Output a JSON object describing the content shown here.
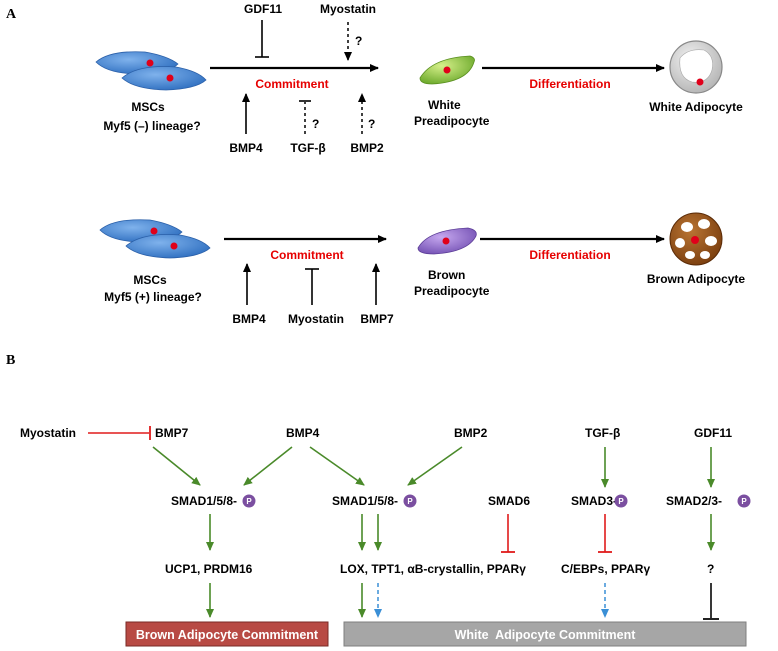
{
  "panel_a": {
    "label": "A",
    "white_path": {
      "source_title": "MSCs",
      "source_subtitle": "Myf5 (–) lineage?",
      "commitment": "Commitment",
      "differentiation": "Differentiation",
      "preadipocyte_line1": "White",
      "preadipocyte_line2": "Preadipocyte",
      "adipocyte": "White Adipocyte",
      "inhibitor_top": "GDF11",
      "modulator_top": "Myostatin",
      "inducer_bottom_1": "BMP4",
      "inhibitor_bottom": "TGF-β",
      "inducer_bottom_2": "BMP2",
      "question": "?"
    },
    "brown_path": {
      "source_title": "MSCs",
      "source_subtitle": "Myf5 (+) lineage?",
      "commitment": "Commitment",
      "differentiation": "Differentiation",
      "preadipocyte_line1": "Brown",
      "preadipocyte_line2": "Preadipocyte",
      "adipocyte": "Brown Adipocyte",
      "inducer_bottom_1": "BMP4",
      "inhibitor_bottom": "Myostatin",
      "inducer_bottom_2": "BMP7"
    }
  },
  "panel_b": {
    "label": "B",
    "ligands": {
      "myostatin": "Myostatin",
      "bmp7": "BMP7",
      "bmp4": "BMP4",
      "bmp2": "BMP2",
      "tgfb": "TGF-β",
      "gdf11": "GDF11"
    },
    "smads": {
      "smad158_brown": "SMAD1/5/8-",
      "smad158_white": "SMAD1/5/8-",
      "smad6": "SMAD6",
      "smad3": "SMAD3-",
      "smad23": "SMAD2/3-",
      "phospho": "P"
    },
    "targets": {
      "brown": "UCP1, PRDM16",
      "white": "LOX, TPT1, αB-crystallin, PPARγ",
      "tgfb": "C/EBPs, PPARγ",
      "gdf11": "?"
    },
    "outcomes": {
      "brown": "Brown Adipocyte Commitment",
      "white": "White  Adipocyte Commitment"
    }
  },
  "colors": {
    "activation_arrow": "#4a8a2a",
    "inhibition_red": "#e01b1b",
    "dashed_blue": "#3a8fd6",
    "brown_box": "#b84a44",
    "white_box": "#a6a6a6",
    "phospho_badge": "#7b4fa0",
    "msc_cell": "#3b7fd1",
    "white_preadipocyte": "#8ec63f",
    "brown_preadipocyte": "#8a63c6",
    "brown_adipocyte": "#8b4a12"
  }
}
